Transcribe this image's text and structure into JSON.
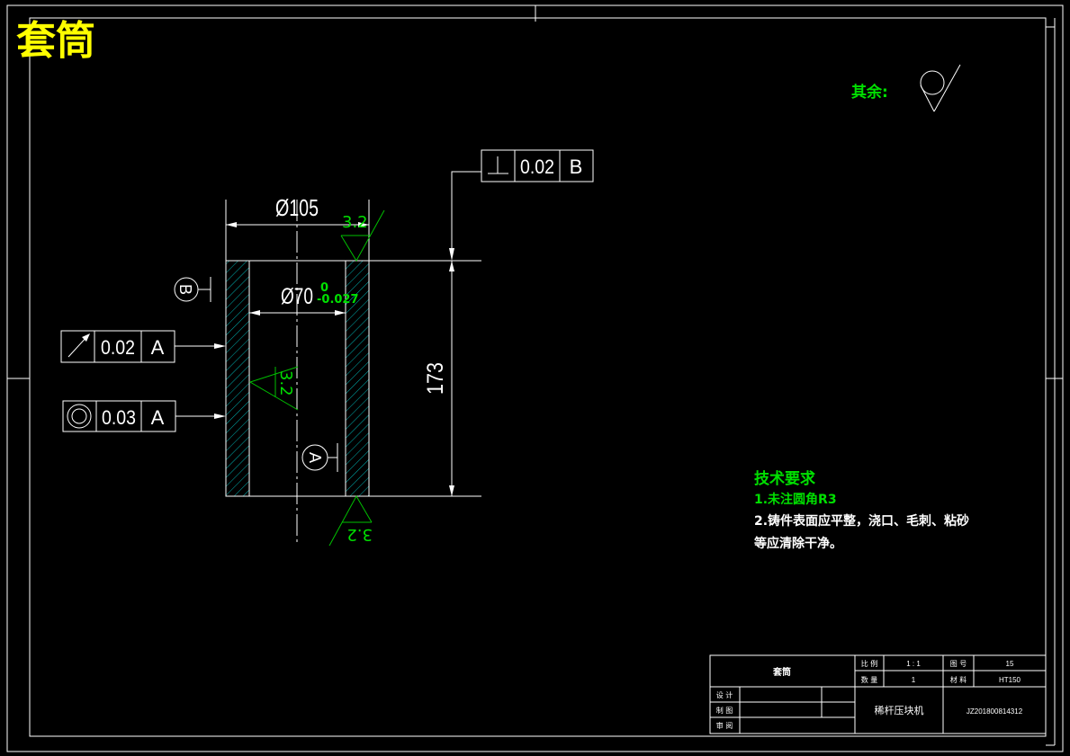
{
  "title": "套筒",
  "roughness": {
    "other_label": "其余:",
    "top": "3.2",
    "bore": "3.2",
    "bottom": "3.2"
  },
  "dimensions": {
    "outer_diameter": "Ø105",
    "inner_diameter": "Ø70",
    "inner_tol_upper": "0",
    "inner_tol_lower": "-0.027",
    "height": "173"
  },
  "datums": {
    "b": "B",
    "a": "A"
  },
  "tolerance_frames": [
    {
      "symbol": "perpendicularity",
      "value": "0.02",
      "datum": "B"
    },
    {
      "symbol": "circular-runout",
      "value": "0.02",
      "datum": "A"
    },
    {
      "symbol": "concentricity",
      "value": "0.03",
      "datum": "A"
    }
  ],
  "tech_requirements": {
    "heading": "技术要求",
    "line1": "1.未注圆角R3",
    "line2": "2.铸件表面应平整，浇口、毛刺、粘砂",
    "line3": "等应清除干净。"
  },
  "title_block": {
    "part_name": "套筒",
    "scale_label": "比 例",
    "scale_value": "1 : 1",
    "sheet_label": "图 号",
    "sheet_value": "15",
    "qty_label": "数 量",
    "qty_value": "1",
    "material_label": "材 料",
    "material_value": "HT150",
    "design_label": "设 计",
    "draw_label": "制 图",
    "review_label": "审 阅",
    "machine_name": "稀杆压块机",
    "drawing_number": "JZ201800814312"
  },
  "colors": {
    "title": "#ffff00",
    "annotation": "#00e000",
    "line": "#ffffff"
  }
}
